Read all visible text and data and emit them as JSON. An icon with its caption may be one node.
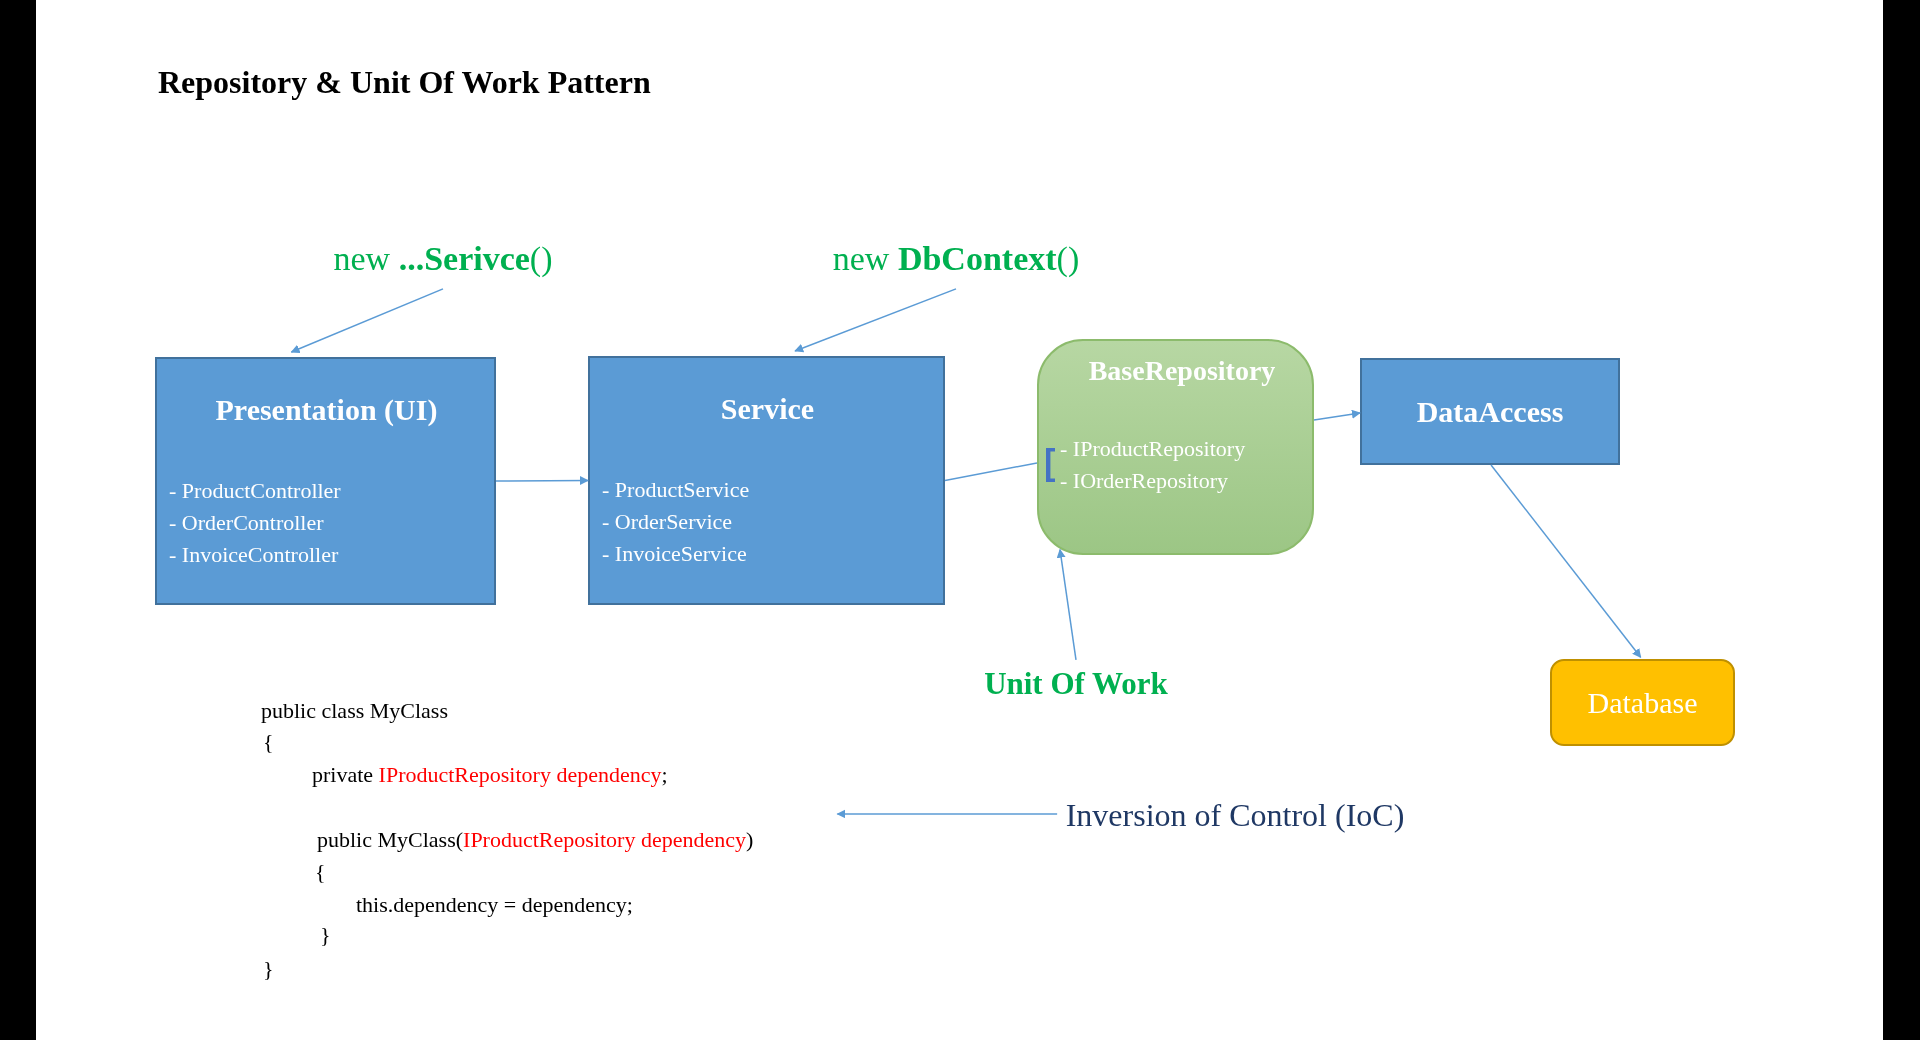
{
  "diagram": {
    "title": "Repository & Unit Of Work Pattern",
    "nodes": [
      {
        "text": [
          "new **...Serivce**()"
        ]
      },
      {
        "text": [
          "new **DbContext**()"
        ]
      },
      {
        "text": [
          "Presentation (UI)",
          "- ProductController",
          "- OrderController",
          "- InvoiceController"
        ]
      },
      {
        "text": [
          "Service",
          "- ProductService",
          "- OrderService",
          "- InvoiceService"
        ]
      },
      {
        "text": [
          "BaseRepository",
          "- IProductRepository",
          "- IOrderRepository"
        ]
      },
      {
        "text": [
          "DataAccess"
        ]
      },
      {
        "text": [
          "Database"
        ]
      },
      {
        "text": [
          "Unit Of Work"
        ]
      },
      {
        "text": [
          "Inversion of Control (IoC)"
        ]
      },
      {
        "text": [
          "public class MyClass",
          "{",
          "private",
          "IProductRepository dependency",
          ";",
          "public MyClass(",
          "IProductRepository dependency",
          ")",
          "{",
          "this.dependency = dependency;",
          "}",
          "}"
        ]
      }
    ],
    "edges": [
      {
        "from": 0,
        "to": 2,
        "arrow": "to"
      },
      {
        "from": 1,
        "to": 3,
        "arrow": "to"
      },
      {
        "from": 2,
        "to": 3,
        "arrow": "to"
      },
      {
        "from": 3,
        "to": 4,
        "arrow": "none"
      },
      {
        "from": 4,
        "to": 5,
        "arrow": "to"
      },
      {
        "from": 5,
        "to": 6,
        "arrow": "to"
      },
      {
        "from": 7,
        "to": 4,
        "arrow": "to"
      },
      {
        "from": 8,
        "to": 9,
        "arrow": "to"
      }
    ]
  }
}
